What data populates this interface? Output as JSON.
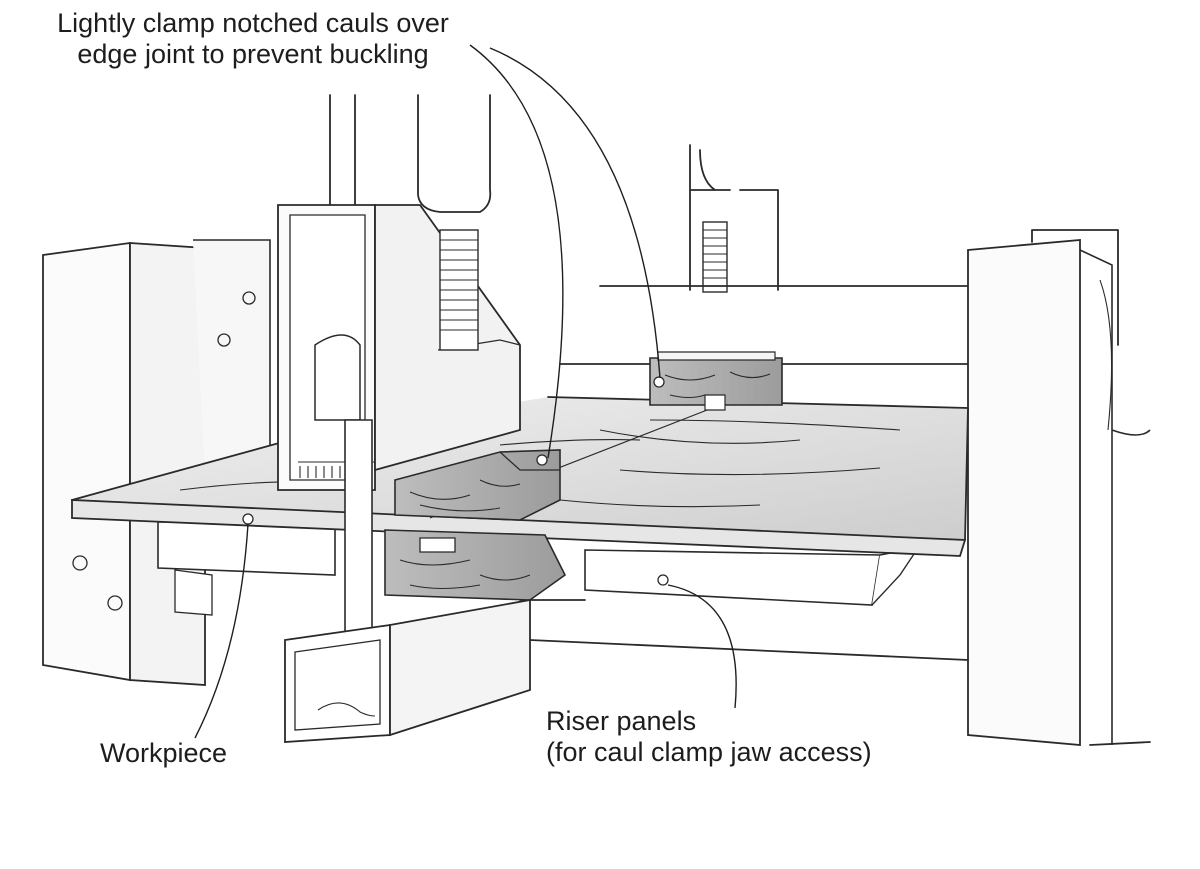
{
  "callouts": {
    "cauls_line1": "Lightly clamp notched cauls over",
    "cauls_line2": "edge joint to prevent buckling",
    "workpiece": "Workpiece",
    "risers_line1": "Riser panels",
    "risers_line2": "(for caul clamp jaw access)"
  },
  "colors": {
    "line": "#2a2a2a",
    "wood_light": "#e9e9e9",
    "wood_mid": "#cfcfcf",
    "caul": "#a9a9a9",
    "frame": "#f6f6f6"
  }
}
